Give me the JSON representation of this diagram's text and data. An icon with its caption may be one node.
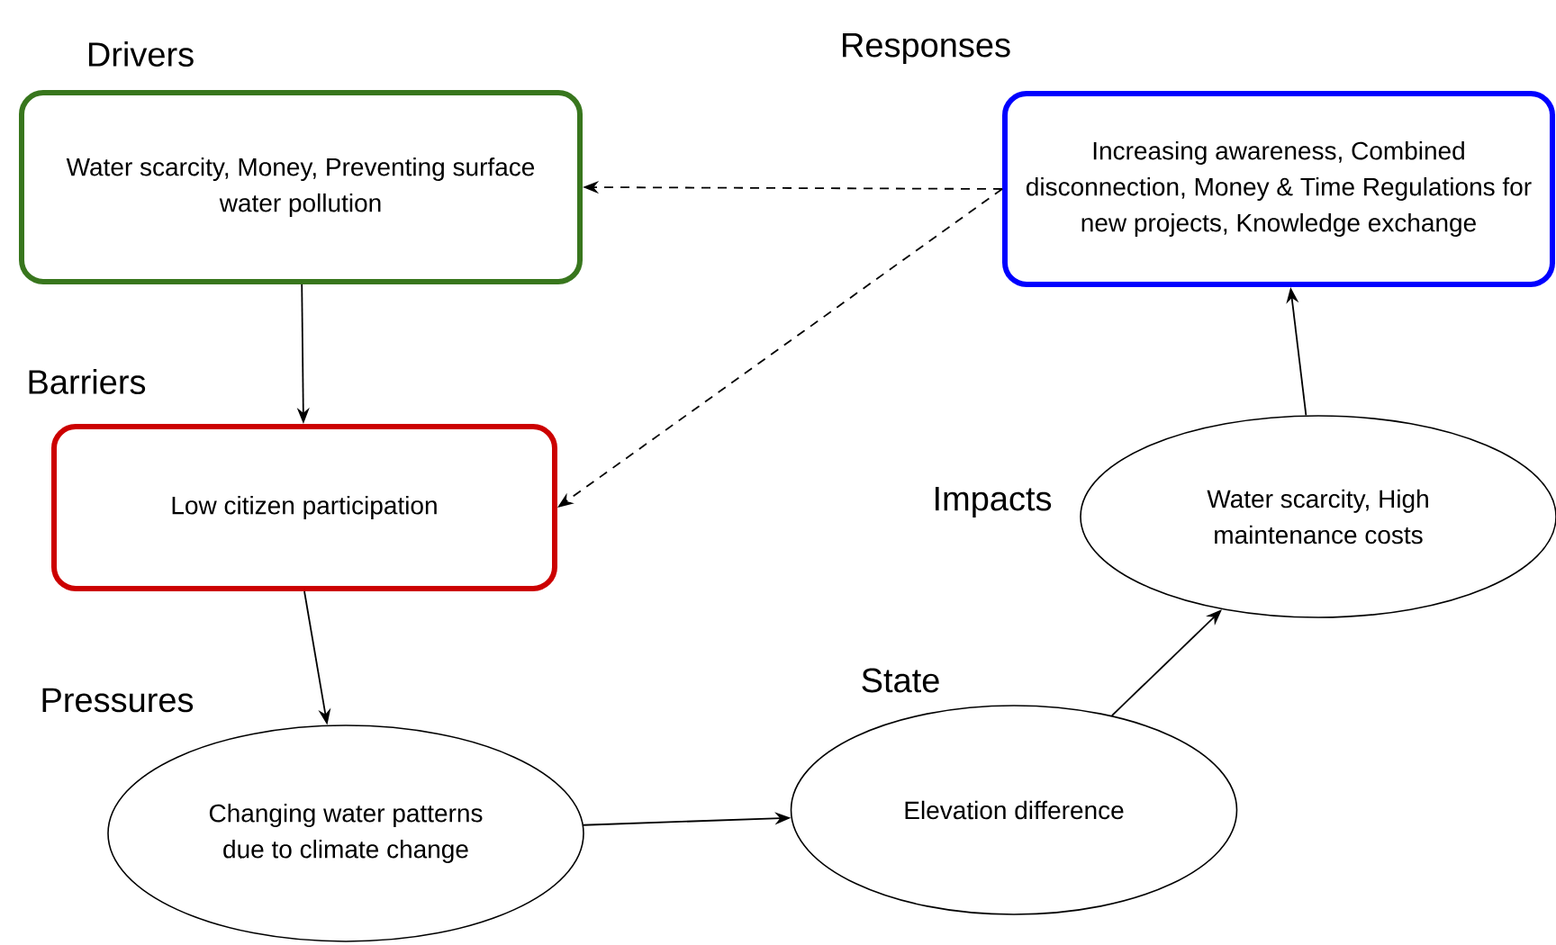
{
  "diagram": {
    "nodes": [
      {
        "text": [
          "Drivers",
          "Water scarcity, Money, Preventing surface water pollution"
        ]
      },
      {
        "text": [
          "Responses",
          "Increasing awareness, Combined disconnection, Money & Time Regulations for new projects, Knowledge exchange"
        ]
      },
      {
        "text": [
          "Barriers",
          "Low citizen participation"
        ]
      },
      {
        "text": [
          "Impacts",
          "Water scarcity, High maintenance costs"
        ]
      },
      {
        "text": [
          "Pressures",
          "Changing water patterns due to climate change"
        ]
      },
      {
        "text": [
          "State",
          "Elevation difference"
        ]
      }
    ],
    "edges": [
      {
        "from": 0,
        "to": 2,
        "arrow": "to"
      },
      {
        "from": 1,
        "to": 0,
        "arrow": "to",
        "style": "dashed"
      },
      {
        "from": 1,
        "to": 2,
        "arrow": "to",
        "style": "dashed"
      },
      {
        "from": 2,
        "to": 4,
        "arrow": "to"
      },
      {
        "from": 4,
        "to": 5,
        "arrow": "to"
      },
      {
        "from": 5,
        "to": 3,
        "arrow": "to"
      },
      {
        "from": 3,
        "to": 1,
        "arrow": "to"
      }
    ]
  }
}
